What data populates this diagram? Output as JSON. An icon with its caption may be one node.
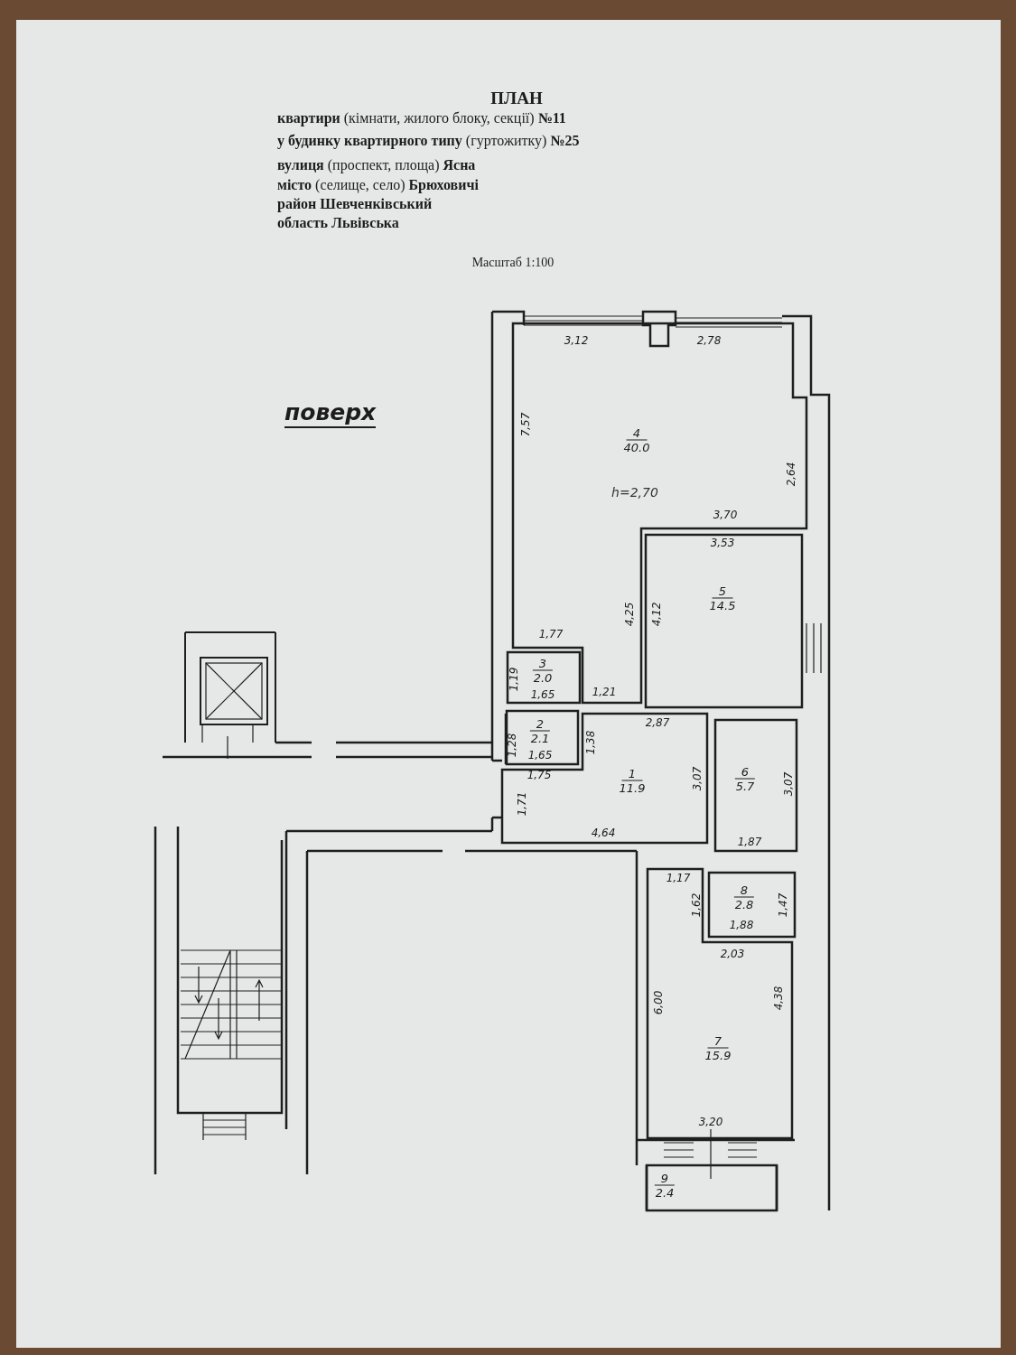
{
  "diagram": {
    "title": "ПЛАН",
    "nodes": [
      {
        "text": [
          "4",
          "40.0",
          "h=2,70"
        ]
      },
      {
        "text": [
          "5",
          "14.5"
        ]
      },
      {
        "text": [
          "3",
          "2.0"
        ]
      },
      {
        "text": [
          "2",
          "2.1"
        ]
      },
      {
        "text": [
          "1",
          "11.9"
        ]
      },
      {
        "text": [
          "6",
          "5.7"
        ]
      },
      {
        "text": [
          "8",
          "2.8"
        ]
      },
      {
        "text": [
          "7",
          "15.9"
        ]
      },
      {
        "text": [
          "9",
          "2.4"
        ]
      }
    ],
    "edges": [],
    "labels": [
      "**квартири** (кімнати, жилого блоку, секції) **№11**",
      "**у будинку квартирного типу** (гуртожитку) **№25**",
      "**вулиця** (проспект, площа) **Ясна**",
      "**місто** (селище, село) **Брюховичі**",
      "**район** **Шевченківський**",
      "**область** **Львівська**",
      "Масштаб 1:100",
      "поверх",
      "3,12",
      "2,78",
      "7,57",
      "2,64",
      "3,70",
      "3,53",
      "1,77",
      "4,25",
      "4,12",
      "1,19",
      "1,65",
      "1,21",
      "2,87",
      "1,28",
      "1,65",
      "1,38",
      "1,75",
      "3,07",
      "3,07",
      "1,71",
      "4,64",
      "1,87",
      "1,17",
      "1,62",
      "1,47",
      "1,88",
      "2,03",
      "6,00",
      "4,38",
      "3,20"
    ]
  }
}
